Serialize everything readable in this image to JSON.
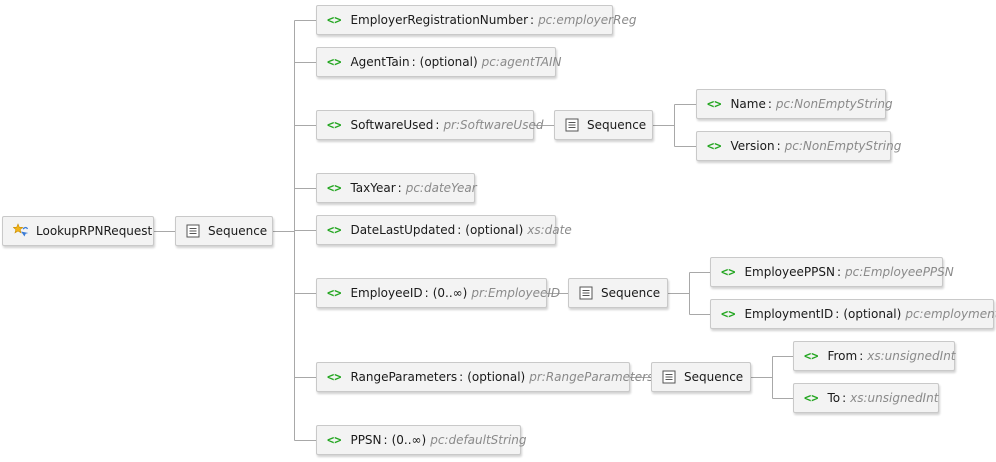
{
  "root": {
    "label": "LookupRPNRequest"
  },
  "sequence_label": "Sequence",
  "elements": [
    {
      "name": "EmployerRegistrationNumber",
      "modifier": "",
      "type": "pc:employerReg"
    },
    {
      "name": "AgentTain",
      "modifier": "(optional)",
      "type": "pc:agentTAIN"
    },
    {
      "name": "SoftwareUsed",
      "modifier": "",
      "type": "pr:SoftwareUsed",
      "children": [
        {
          "name": "Name",
          "modifier": "",
          "type": "pc:NonEmptyString"
        },
        {
          "name": "Version",
          "modifier": "",
          "type": "pc:NonEmptyString"
        }
      ]
    },
    {
      "name": "TaxYear",
      "modifier": "",
      "type": "pc:dateYear"
    },
    {
      "name": "DateLastUpdated",
      "modifier": "(optional)",
      "type": "xs:date"
    },
    {
      "name": "EmployeeID",
      "modifier": "(0..∞)",
      "type": "pr:EmployeeID",
      "children": [
        {
          "name": "EmployeePPSN",
          "modifier": "",
          "type": "pc:EmployeePPSN"
        },
        {
          "name": "EmploymentID",
          "modifier": "(optional)",
          "type": "pc:employmentID"
        }
      ]
    },
    {
      "name": "RangeParameters",
      "modifier": "(optional)",
      "type": "pr:RangeParameters",
      "children": [
        {
          "name": "From",
          "modifier": "",
          "type": "xs:unsignedInt"
        },
        {
          "name": "To",
          "modifier": "",
          "type": "xs:unsignedInt"
        }
      ]
    },
    {
      "name": "PPSN",
      "modifier": "(0..∞)",
      "type": "pc:defaultString"
    }
  ],
  "icons": {
    "element": "element-icon",
    "sequence": "sequence-icon",
    "root": "root-element-icon"
  },
  "colors": {
    "element_icon": "#22a51f",
    "type_text": "#8a8a8a",
    "connector": "#a8a8a8",
    "node_bg": "#f3f3f3"
  }
}
